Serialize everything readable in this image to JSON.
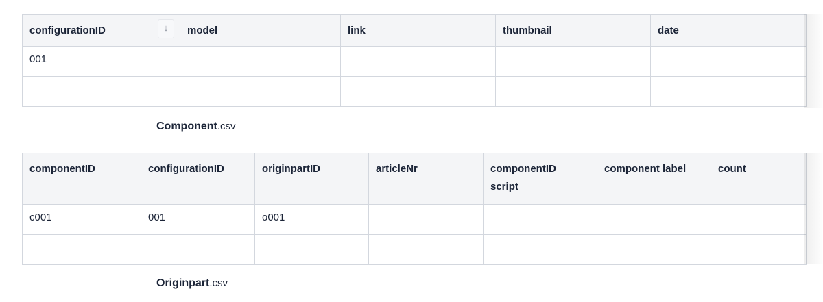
{
  "configuration_table": {
    "columns": [
      "configurationID",
      "model",
      "link",
      "thumbnail",
      "date"
    ],
    "sort_icon": "arrow-down-icon",
    "rows": [
      [
        "001",
        "",
        "",
        "",
        ""
      ],
      [
        "",
        "",
        "",
        "",
        ""
      ]
    ]
  },
  "component_caption": {
    "name": "Component",
    "ext": ".csv"
  },
  "component_table": {
    "columns": [
      "componentID",
      "configurationID",
      "originpartID",
      "articleNr",
      "componentID script",
      "component label",
      "count"
    ],
    "rows": [
      [
        "c001",
        "001",
        "o001",
        "",
        "",
        "",
        ""
      ],
      [
        "",
        "",
        "",
        "",
        "",
        "",
        ""
      ]
    ]
  },
  "originpart_caption": {
    "name": "Originpart",
    "ext": ".csv"
  }
}
